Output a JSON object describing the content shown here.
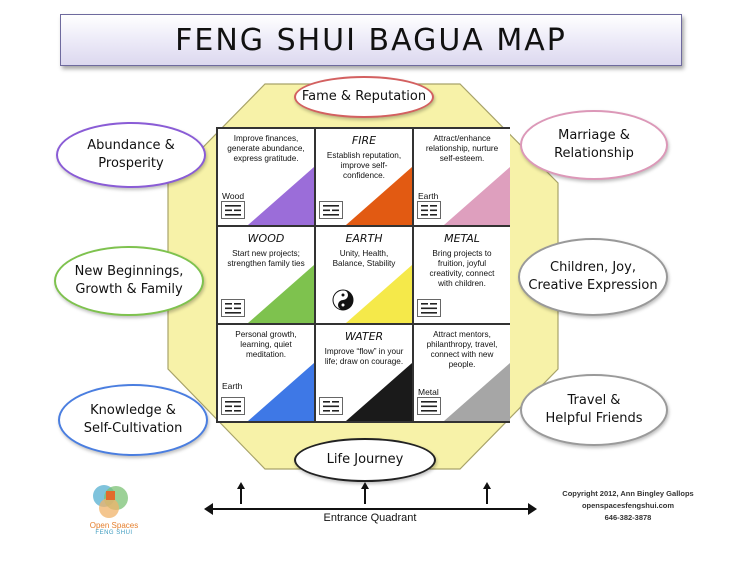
{
  "title": "FENG SHUI BAGUA MAP",
  "ovals": {
    "fame": "Fame & Reputation",
    "abundance": "Abundance &\nProsperity",
    "marriage": "Marriage &\nRelationship",
    "beginnings": "New Beginnings,\nGrowth & Family",
    "children": "Children, Joy,\nCreative Expression",
    "knowledge": "Knowledge &\nSelf-Cultivation",
    "travel": "Travel &\nHelpful Friends",
    "journey": "Life Journey"
  },
  "cells": {
    "tl": {
      "desc": "Improve finances,\ngenerate abundance,\nexpress gratitude.",
      "label": "Wood",
      "color": "#9b6dd9"
    },
    "tc": {
      "element": "FIRE",
      "desc": "Establish reputation,\nimprove self-\nconfidence.",
      "color": "#e25a12"
    },
    "tr": {
      "desc": "Attract/enhance\nrelationship, nurture\nself-esteem.",
      "label": "Earth",
      "color": "#de9fbe"
    },
    "ml": {
      "element": "WOOD",
      "desc": "Start new projects;\nstrengthen family ties",
      "color": "#7ec24e"
    },
    "mc": {
      "element": "EARTH",
      "desc": "Unity, Health,\nBalance, Stability",
      "color": "#f5e94a"
    },
    "mr": {
      "element": "METAL",
      "desc": "Bring projects to\nfruition, joyful\ncreativity, connect\nwith children.",
      "color": "#ffffff"
    },
    "bl": {
      "desc": "Personal growth,\nlearning, quiet\nmeditation.",
      "label": "Earth",
      "color": "#3e78e6"
    },
    "bc": {
      "element": "WATER",
      "desc": "Improve “flow” in your\nlife; draw on courage.",
      "color": "#1a1a1a"
    },
    "br": {
      "desc": "Attract mentors,\nphilanthropy, travel,\nconnect with new\npeople.",
      "label": "Metal",
      "color": "#a6a6a6"
    }
  },
  "entrance_label": "Entrance Quadrant",
  "logo": {
    "name": "Open Spaces",
    "sub": "FENG SHUI"
  },
  "credits": [
    "Copyright 2012, Ann Bingley Gallops",
    "openspacesfengshui.com",
    "646-382-3878"
  ],
  "colors": {
    "octagon": "#f7f2a8",
    "banner_border": "#6e6a9e"
  }
}
